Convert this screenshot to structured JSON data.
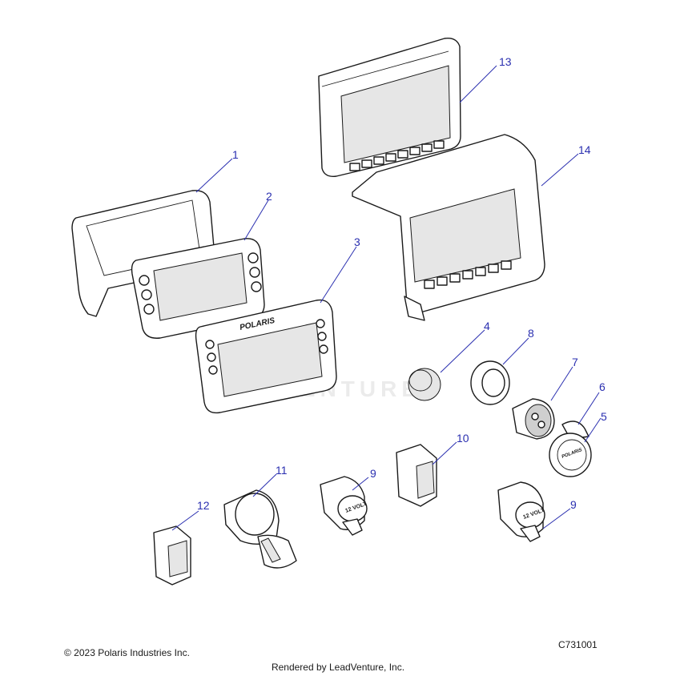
{
  "callouts": {
    "c1": "1",
    "c2": "2",
    "c3": "3",
    "c4": "4",
    "c5": "5",
    "c6": "6",
    "c7": "7",
    "c8": "8",
    "c9a": "9",
    "c9b": "9",
    "c10": "10",
    "c11": "11",
    "c12": "12",
    "c13": "13",
    "c14": "14"
  },
  "part_labels": {
    "brand_mark": "POLARIS",
    "volt_label": "12 VOLT"
  },
  "watermark": "LEADVENTURE",
  "footer": {
    "copyright": "© 2023 Polaris Industries Inc.",
    "diagram_id": "C731001",
    "rendered_by": "Rendered by LeadVenture, Inc."
  },
  "colors": {
    "callout": "#2a2fb0",
    "linework": "#1a1a1a"
  }
}
